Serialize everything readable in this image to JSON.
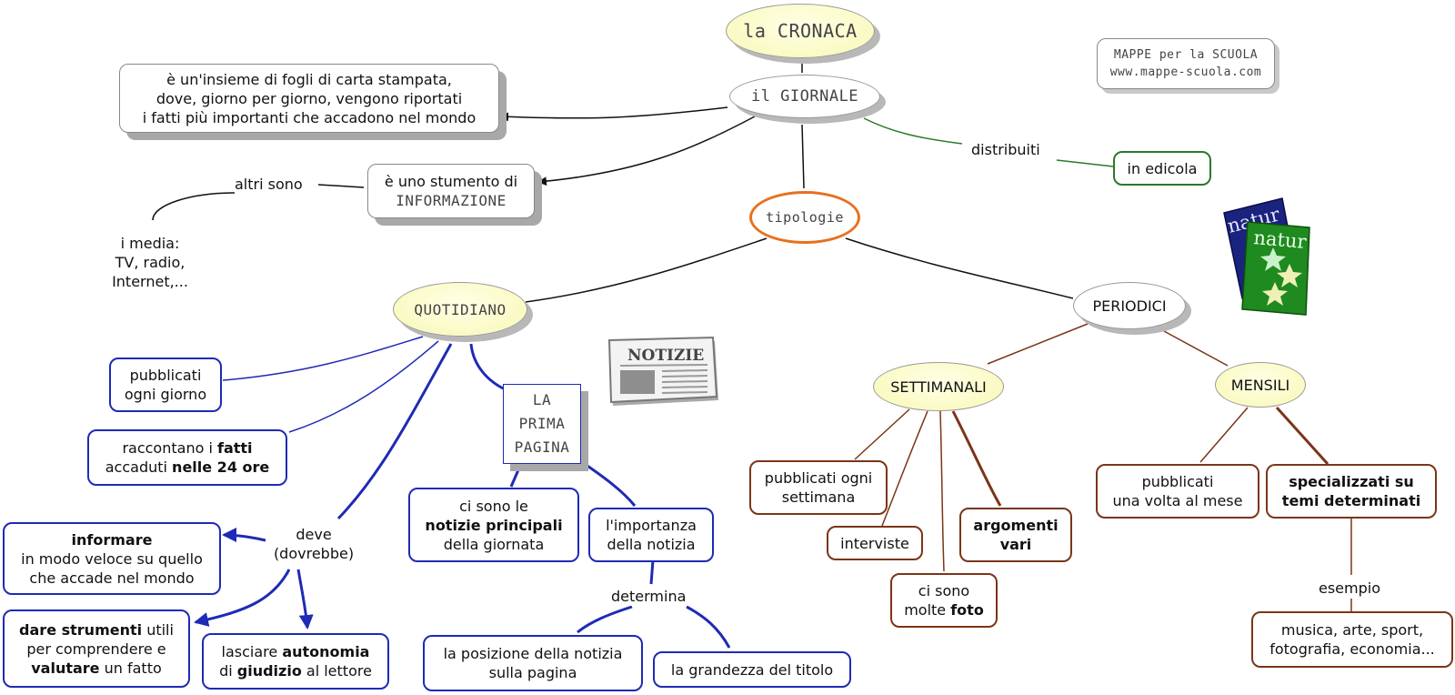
{
  "map_title": "la CRONACA",
  "watermark": {
    "line1": "MAPPE per la SCUOLA",
    "line2": "www.mappe-scuola.com"
  },
  "giornale": "il GIORNALE",
  "definition": [
    "è un'insieme di fogli di carta stampata,",
    "dove, giorno per giorno, vengono riportati",
    "i fatti più importanti che accadono nel mondo"
  ],
  "strumento": {
    "line1": "è uno stumento di",
    "line2": "INFORMAZIONE"
  },
  "altri_sono": "altri sono",
  "media": [
    "i media:",
    "TV, radio,",
    "Internet,..."
  ],
  "distribuiti": "distribuiti",
  "edicola": "in edicola",
  "tipologie": "tipologie",
  "quotidiano": "QUOTIDIANO",
  "periodici": "PERIODICI",
  "icons": {
    "newspaper_text": "NOTIZIE",
    "magazine_text": "natur"
  },
  "quot": {
    "pubblicati": [
      "pubblicati",
      "ogni giorno"
    ],
    "raccontano": {
      "a": "raccontano i ",
      "b": "fatti",
      "c": "accaduti ",
      "d": "nelle 24 ore"
    },
    "prima_pagina": [
      "LA",
      "PRIMA",
      "PAGINA"
    ],
    "notizie": {
      "a": "ci sono le",
      "b": "notizie principali",
      "c": "della giornata"
    },
    "importanza": [
      "l'importanza",
      "della notizia"
    ],
    "determina": "determina",
    "posizione": [
      "la posizione della notizia",
      "sulla pagina"
    ],
    "grandezza": "la grandezza del titolo",
    "deve": [
      "deve",
      "(dovrebbe)"
    ],
    "informare": {
      "a": "informare",
      "b": "in modo veloce su quello",
      "c": "che accade nel mondo"
    },
    "strumenti": {
      "a": "dare strumenti",
      "b": " utili",
      "c": "per comprendere e",
      "d": "valutare",
      "e": " un fatto"
    },
    "autonomia": {
      "a": "lasciare ",
      "b": "autonomia",
      "c": "di ",
      "d": "giudizio",
      "e": " al lettore"
    }
  },
  "per": {
    "settimanali": "SETTIMANALI",
    "mensili": "MENSILI",
    "pub_sett": [
      "pubblicati ogni",
      "settimana"
    ],
    "interviste": "interviste",
    "foto": {
      "a": "ci sono",
      "b": "molte ",
      "c": "foto"
    },
    "argomenti": [
      "argomenti",
      "vari"
    ],
    "pub_mese": [
      "pubblicati",
      "una volta al mese"
    ],
    "specializzati": [
      "specializzati su",
      "temi determinati"
    ],
    "esempio": "esempio",
    "esempi": [
      "musica, arte, sport,",
      "fotografia, economia..."
    ]
  },
  "colors": {
    "blue": "#1f2ab5",
    "brown": "#7a3518",
    "green": "#2a7a2a",
    "orange": "#e8701e",
    "black": "#111111"
  }
}
